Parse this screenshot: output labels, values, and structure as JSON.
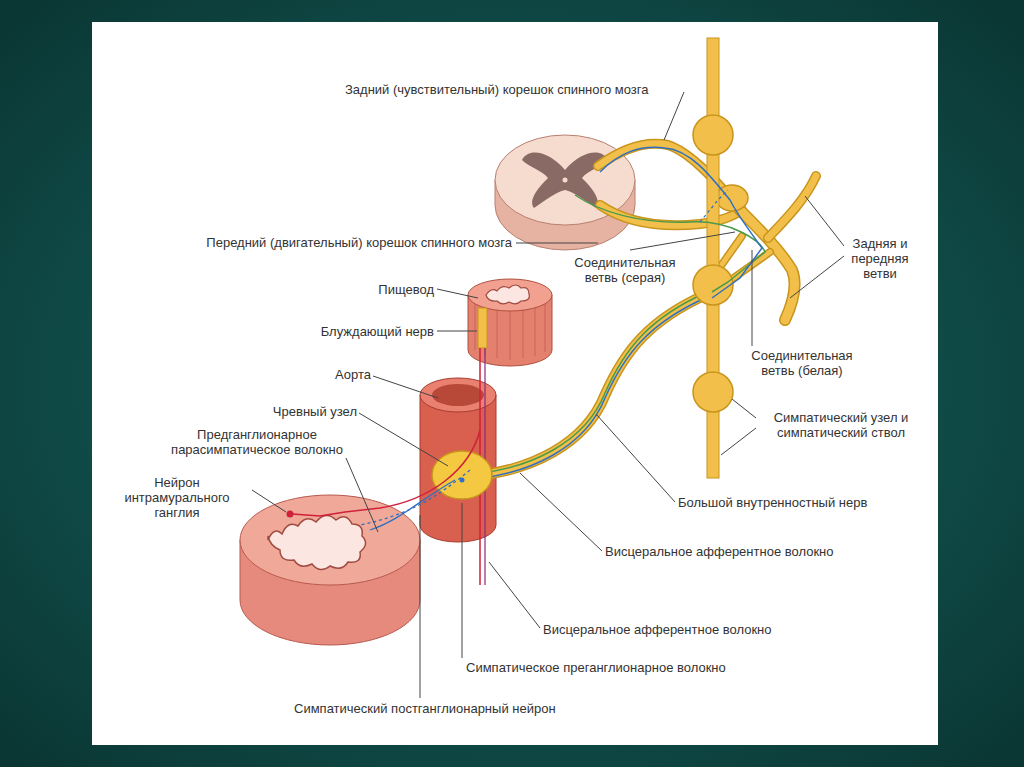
{
  "diagram": {
    "labels": [
      "Задний (чувствительный) корешок спинного мозга",
      "Передний (двигательный) корешок спинного мозга",
      "Соединительная ветвь (серая)",
      "Задняя и передняя ветви",
      "Пищевод",
      "Блуждающий нерв",
      "Аорта",
      "Соединительная ветвь (белая)",
      "Чревный узел",
      "Предганглионарное парасимпатическое волокно",
      "Симпатический узел и симпатический ствол",
      "Нейрон интрамурального ганглия",
      "Большой внутренностный нерв",
      "Висцеральное афферентное волокно",
      "Висцеральное афферентное волокно",
      "Симпатическое преганглионарное волокно",
      "Симпатический постганглионарный нейрон"
    ]
  }
}
